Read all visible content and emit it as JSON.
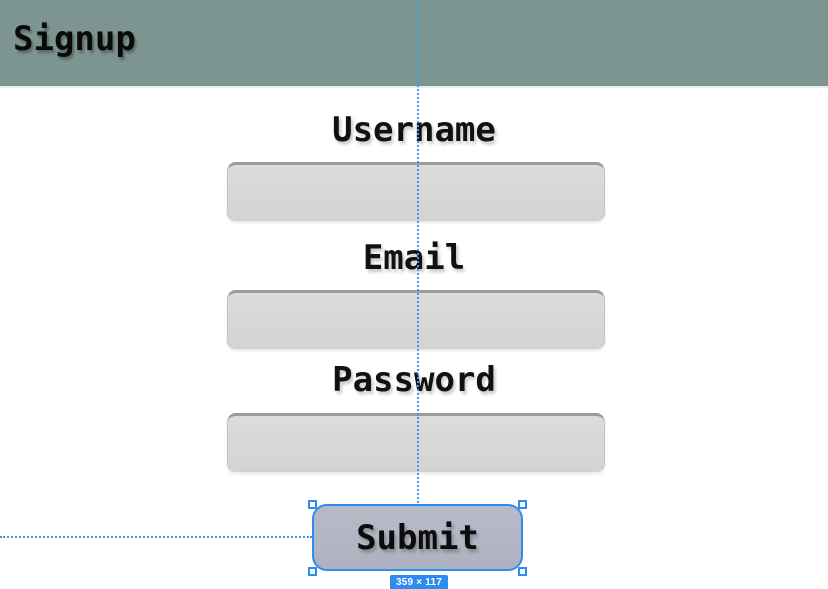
{
  "header": {
    "title": "Signup",
    "background_color": "#7d9590"
  },
  "form": {
    "fields": [
      {
        "label": "Username",
        "value": "",
        "placeholder": ""
      },
      {
        "label": "Email",
        "value": "",
        "placeholder": ""
      },
      {
        "label": "Password",
        "value": "",
        "placeholder": ""
      }
    ],
    "submit": {
      "label": "Submit"
    }
  },
  "selection": {
    "size_badge": "359 × 117",
    "accent_color": "#2d8cf0",
    "handle_names": [
      "top-left",
      "top-right",
      "bottom-left",
      "bottom-right"
    ]
  }
}
